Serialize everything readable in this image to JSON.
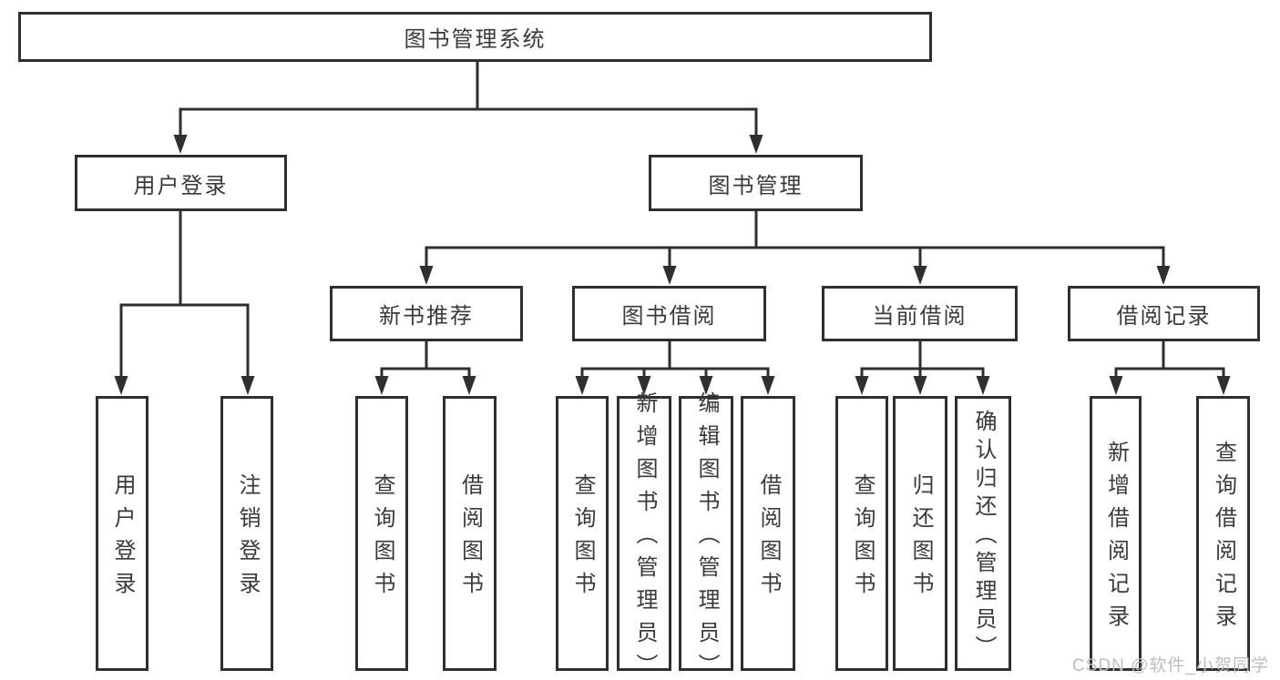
{
  "diagram": {
    "root": {
      "label": "图书管理系统"
    },
    "level2": [
      {
        "label": "用户登录"
      },
      {
        "label": "图书管理"
      }
    ],
    "level3": [
      {
        "label": "新书推荐"
      },
      {
        "label": "图书借阅"
      },
      {
        "label": "当前借阅"
      },
      {
        "label": "借阅记录"
      }
    ],
    "leaves": [
      {
        "label": "用户登录"
      },
      {
        "label": "注销登录"
      },
      {
        "label": "查询图书"
      },
      {
        "label": "借阅图书"
      },
      {
        "label": "查询图书"
      },
      {
        "label": "新增图书（管理员）"
      },
      {
        "label": "编辑图书（管理员）"
      },
      {
        "label": "借阅图书"
      },
      {
        "label": "查询图书"
      },
      {
        "label": "归还图书"
      },
      {
        "label": "确认归还（管理员）"
      },
      {
        "label": "新增借阅记录"
      },
      {
        "label": "查询借阅记录"
      }
    ]
  },
  "watermark": {
    "text": "CSDN @软件_小贺同学"
  },
  "colors": {
    "line": "#2f2f2f",
    "text": "#3a3a3a",
    "watermark": "#bdbdbd",
    "background": "#ffffff"
  }
}
